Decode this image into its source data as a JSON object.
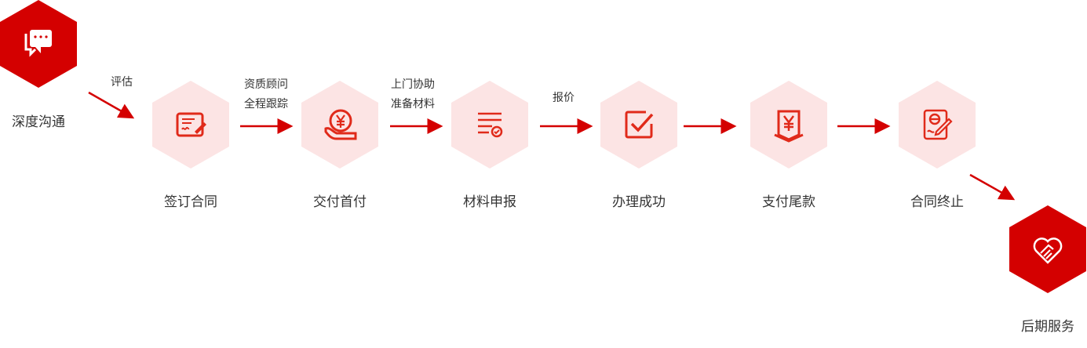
{
  "colors": {
    "accent": "#d40000",
    "pink": "#fce4e4",
    "icon": "#e02a1a"
  },
  "start": {
    "label": "深度沟通",
    "icon": "chat-bubbles-icon"
  },
  "steps": [
    {
      "label": "签订合同",
      "icon": "sign-document-icon"
    },
    {
      "label": "交付首付",
      "icon": "yen-hand-icon"
    },
    {
      "label": "材料申报",
      "icon": "checklist-icon"
    },
    {
      "label": "办理成功",
      "icon": "checkmark-box-icon"
    },
    {
      "label": "支付尾款",
      "icon": "yen-bill-icon"
    },
    {
      "label": "合同终止",
      "icon": "contract-pen-icon"
    }
  ],
  "end": {
    "label": "后期服务",
    "icon": "heart-handshake-icon"
  },
  "arrow_labels": {
    "a0": "评估",
    "a1": [
      "资质顾问",
      "全程跟踪"
    ],
    "a2": [
      "上门协助",
      "准备材料"
    ],
    "a3": "报价"
  }
}
